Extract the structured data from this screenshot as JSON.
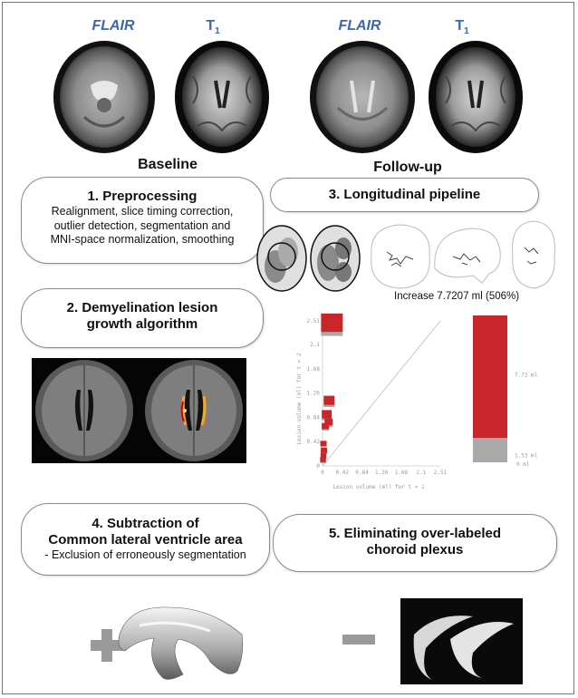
{
  "modalities": {
    "flair_baseline": "FLAIR",
    "t1_baseline": "T",
    "t1_baseline_sub": "1",
    "flair_followup": "FLAIR",
    "t1_followup": "T",
    "t1_followup_sub": "1"
  },
  "groups": {
    "baseline": "Baseline",
    "followup": "Follow-up"
  },
  "steps": {
    "s1": {
      "title": "1. Preprocessing",
      "description_lines": [
        "Realignment, slice timing correction,",
        "outlier detection, segmentation and",
        "MNI-space normalization, smoothing"
      ]
    },
    "s2": {
      "title_lines": [
        "2. Demyelination lesion",
        "growth algorithm"
      ]
    },
    "s3": {
      "title": "3. Longitudinal pipeline"
    },
    "s4": {
      "title_lines": [
        "4. Subtraction of",
        "Common lateral ventricle area"
      ],
      "description": "- Exclusion of erroneously segmentation"
    },
    "s5": {
      "title_lines": [
        "5. Eliminating over-labeled",
        "choroid plexus"
      ]
    }
  },
  "increase_text": "Increase 7.7207 ml (506%)",
  "operators": {
    "plus": "plus-sign",
    "minus": "minus-sign"
  },
  "colors": {
    "modality_label": "#3a67b0",
    "lesion_red": "#c8262b",
    "baseline_gray": "#aaaaaa"
  },
  "chart_data": [
    {
      "type": "scatter",
      "xlabel": "Lesion volume (ml) for t = 1",
      "ylabel": "Lesion volume (ml) for t = 2",
      "x_ticks": [
        "0",
        "0.42",
        "0.84",
        "1.26",
        "1.68",
        "2.1",
        "2.51"
      ],
      "y_ticks": [
        "0",
        "0.42",
        "0.84",
        "1.26",
        "1.68",
        "2.1",
        "2.51"
      ],
      "xlim": [
        0,
        2.51
      ],
      "ylim": [
        0,
        2.51
      ],
      "identity_line": true,
      "points": [
        {
          "x": 0.2,
          "y": 2.45,
          "size": 1.0
        },
        {
          "x": 0.14,
          "y": 1.12,
          "size": 0.4
        },
        {
          "x": 0.09,
          "y": 0.88,
          "size": 0.35
        },
        {
          "x": 0.13,
          "y": 0.75,
          "size": 0.25
        },
        {
          "x": 0.06,
          "y": 0.68,
          "size": 0.2
        },
        {
          "x": 0.02,
          "y": 0.38,
          "size": 0.15
        },
        {
          "x": 0.03,
          "y": 0.26,
          "size": 0.15
        },
        {
          "x": 0.02,
          "y": 0.17,
          "size": 0.12
        },
        {
          "x": 0.01,
          "y": 0.1,
          "size": 0.12
        }
      ]
    },
    {
      "type": "bar",
      "stacked": true,
      "series": [
        {
          "value": 1.53,
          "label": "1.53 ml",
          "color": "#aaaaaa"
        },
        {
          "value": 7.72,
          "label": "7.72 ml",
          "color": "#c8262b"
        }
      ],
      "baseline_label": "0 ml"
    }
  ]
}
